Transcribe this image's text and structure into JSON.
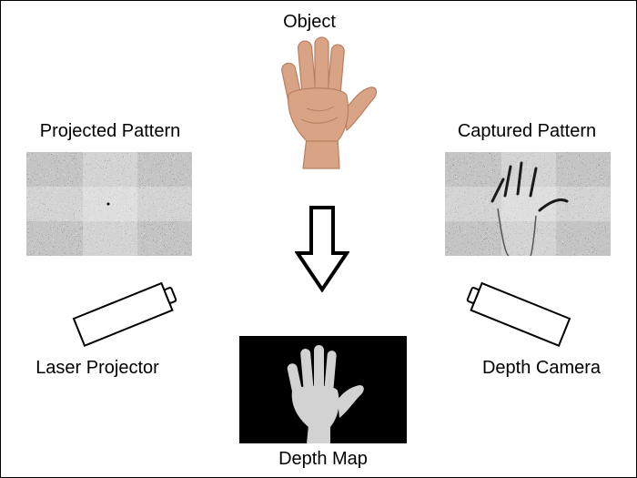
{
  "diagram": {
    "object_label": "Object",
    "projected_pattern_label": "Projected Pattern",
    "captured_pattern_label": "Captured Pattern",
    "laser_projector_label": "Laser Projector",
    "depth_camera_label": "Depth Camera",
    "depth_map_label": "Depth Map"
  },
  "colors": {
    "skin": "#d9a485",
    "skin_shadow": "#b97f62",
    "depth_map_bg": "#000000",
    "depth_hand": "#d2d2d2",
    "stroke": "#000000"
  },
  "icons": [
    "hand-photo",
    "down-arrow-icon",
    "laser-projector-icon",
    "depth-camera-icon"
  ]
}
